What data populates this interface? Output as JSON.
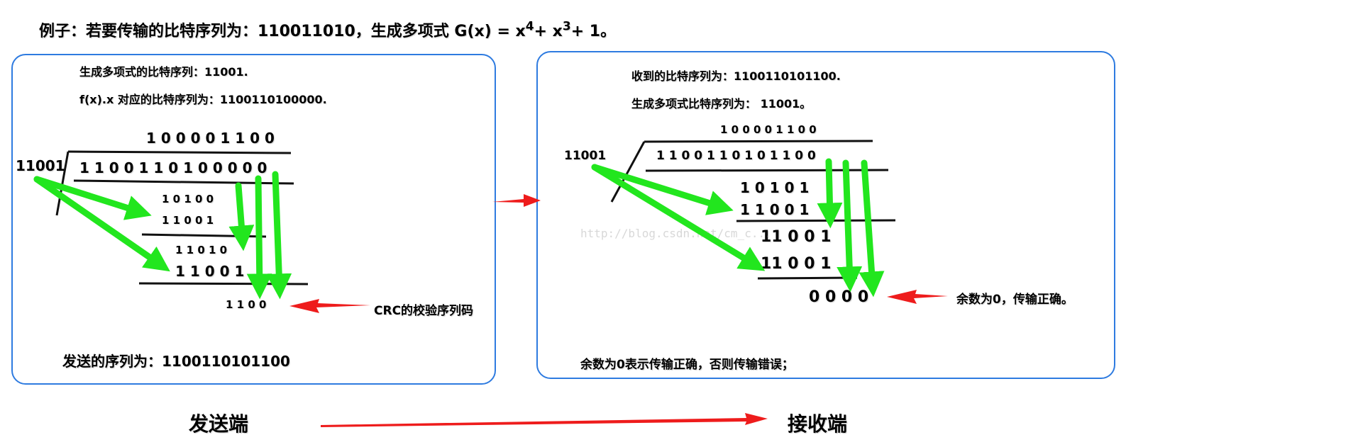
{
  "title": {
    "prefix": "例子：若要传输的比特序列为：110011010，生成多项式 G(x) = x",
    "exp1": "4",
    "mid": "+ x",
    "exp2": "3",
    "suffix": "+ 1。"
  },
  "sender": {
    "poly_bits": "生成多项式的比特序列：11001.",
    "fx_bits": "f(x).x 对应的比特序列为：1100110100000.",
    "divisor": "11001",
    "quotient": "1 0 0 0 0 1 1 0 0",
    "dividend": "1 1 0 0  1 1 0 1 0 0 0 0 0",
    "step1": "1 0 1 0 0",
    "step2": "1 1 0 0 1",
    "step3": "1 1 0 1 0",
    "step4": "1 1 0 0 1",
    "remainder": "1 1  0  0",
    "crc_label": "CRC的校验序列码",
    "sent_seq": "发送的序列为：1100110101100"
  },
  "receiver": {
    "recv_bits": "收到的比特序列为：1100110101100.",
    "poly_bits": "生成多项式比特序列为： 11001。",
    "divisor": "11001",
    "quotient": "1  0  0  0  0  1  1  0  0",
    "dividend": "1 1 0 0 1 1 0 1 0 1 1 0 0",
    "step1": "1 0 1 0 1",
    "step2": "1 1 0 0 1",
    "step3": "11  0 0 1",
    "step4": "11  0 0 1",
    "remainder": "0  0  0  0",
    "rem_label": "余数为0，传输正确。",
    "rule": "余数为0表示传输正确，否则传输错误；"
  },
  "watermark": "http://blog.csdn.net/cm_c...",
  "footer": {
    "sender_label": "发送端",
    "receiver_label": "接收端"
  },
  "colors": {
    "box_border": "#2e7be0",
    "green_arrow": "#22e61e",
    "red_arrow": "#ee1c1c"
  }
}
